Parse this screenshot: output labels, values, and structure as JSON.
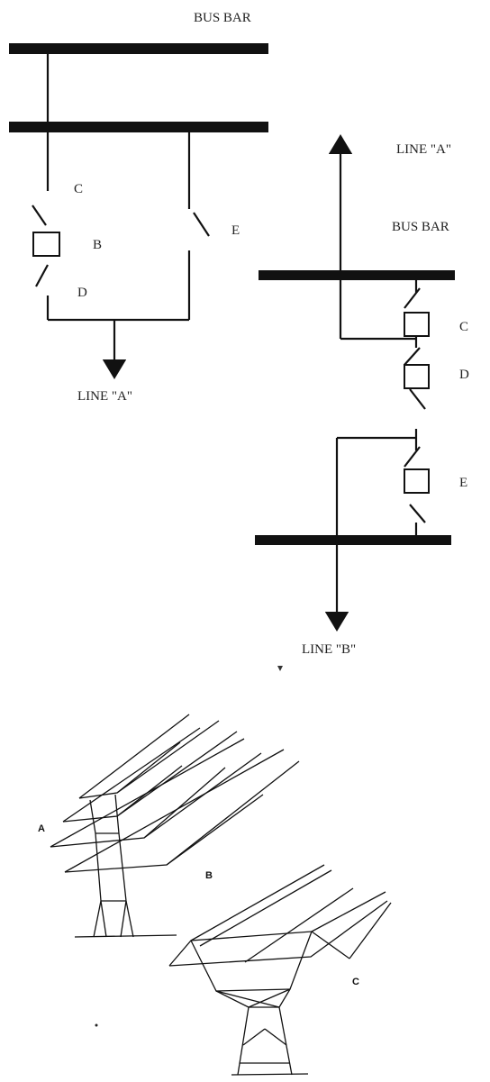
{
  "diagram1": {
    "bus_label": "BUS BAR",
    "c_label": "C",
    "b_label": "B",
    "d_label": "D",
    "e_label": "E",
    "line_label": "LINE \"A\""
  },
  "diagram2": {
    "line_a_label": "LINE \"A\"",
    "bus_label": "BUS BAR",
    "c_label": "C",
    "d_label": "D",
    "e_label": "E",
    "line_b_label": "LINE \"B\""
  },
  "towers": {
    "a_label": "A",
    "b_label": "B",
    "c_label": "C"
  }
}
